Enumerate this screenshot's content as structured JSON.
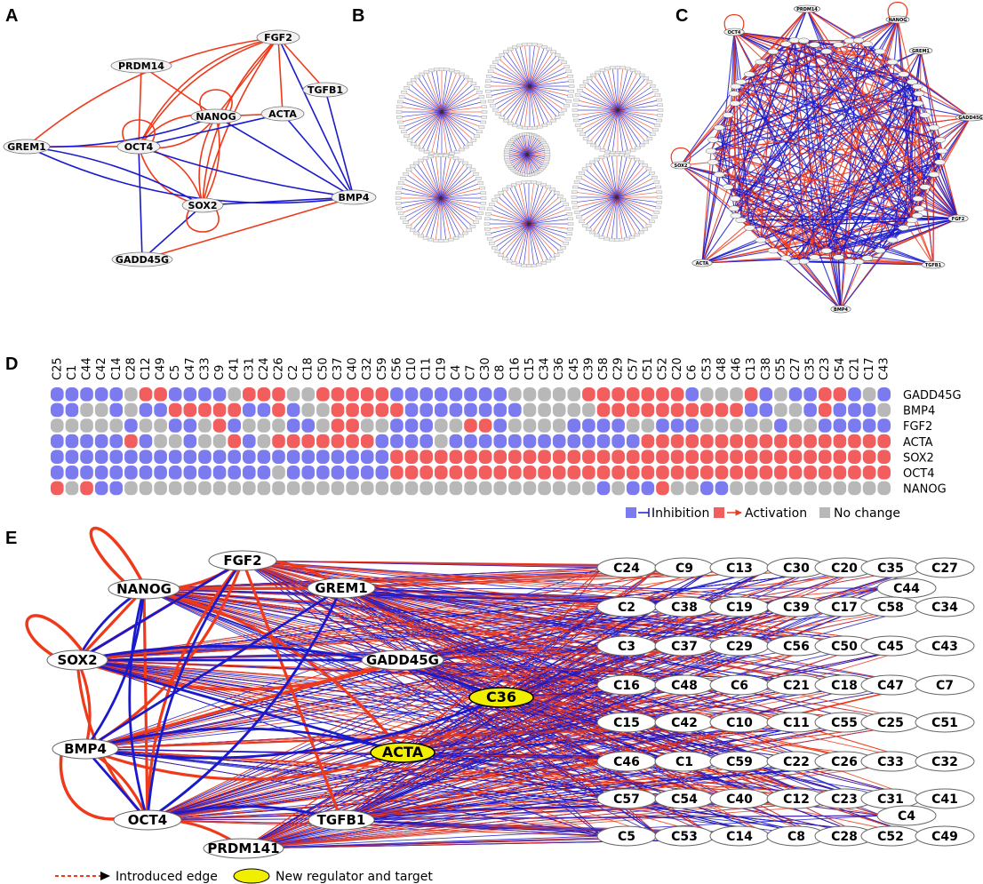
{
  "panels": {
    "a": "A",
    "b": "B",
    "c": "C",
    "d": "D",
    "e": "E"
  },
  "colors": {
    "inhibition": "#1a1acc",
    "activation": "#ee3a1a",
    "cell_inhibition": "#7b7bef",
    "cell_activation": "#f25d5d",
    "cell_nochange": "#b8b8b8",
    "highlight": "#f2ee00"
  },
  "panel_a": {
    "nodes": [
      "FGF2",
      "PRDM14",
      "TGFB1",
      "NANOG",
      "ACTA",
      "GREM1",
      "OCT4",
      "BMP4",
      "SOX2",
      "GADD45G"
    ]
  },
  "panel_c": {
    "nodes": [
      "OCT4",
      "PRDM14",
      "NANOG",
      "GREM1",
      "GADD45G",
      "SOX2",
      "FGF2",
      "TGFB1",
      "ACTA",
      "BMP4"
    ]
  },
  "panel_d": {
    "columns": [
      "C25",
      "C1",
      "C44",
      "C42",
      "C14",
      "C28",
      "C12",
      "C49",
      "C5",
      "C47",
      "C33",
      "C9",
      "C41",
      "C31",
      "C24",
      "C26",
      "C2",
      "C18",
      "C50",
      "C37",
      "C40",
      "C32",
      "C59",
      "C56",
      "C10",
      "C11",
      "C19",
      "C4",
      "C7",
      "C30",
      "C8",
      "C16",
      "C15",
      "C34",
      "C36",
      "C45",
      "C39",
      "C58",
      "C29",
      "C57",
      "C51",
      "C52",
      "C20",
      "C6",
      "C53",
      "C48",
      "C46",
      "C13",
      "C38",
      "C55",
      "C27",
      "C35",
      "C23",
      "C54",
      "C21",
      "C17",
      "C43"
    ],
    "rows": [
      {
        "label": "GADD45G",
        "cells": "IIIIINAAIIIINAAANNAAAAAIIIIIIIINNNNNAAAAAAAINNNAINIIAAINIIAA"
      },
      {
        "label": "BMP4",
        "cells": "IINNINIIAAAAAIIAINNAAAAAIIIIIIIINNNNNAAAAAAAAAAIINNIAIIINAAA"
      },
      {
        "label": "FGF2",
        "cells": "NNNNNINNIINAINNNIINAANNIIINNAAINNNNIIIINNIIINNNNNINNIIIIINIA"
      },
      {
        "label": "ACTA",
        "cells": "IIIIIAINNINNAINAAAAAAAIIIINIIIIIIIIIIIIIAAAAAAAAAAAAAAAAAAAI"
      },
      {
        "label": "SOX2",
        "cells": "IIIIIIIIIIIIIIIIIIIIIIIAAAAAAAAAAAAAAAAAAAAAAAAAAAAAAAAAAAAA"
      },
      {
        "label": "OCT4",
        "cells": "IIIIIIIIIIIIIIINIIIIIIIAAAAAAAAAAAAAAAAAAAAAAAAAAAAAAAAAAAAA"
      },
      {
        "label": "NANOG",
        "cells": "ANAIINNNNNNNNNNNNNNNNNNNNNNNNNNNNNNNNINIIANNIINNNNNNNNNNNNNN"
      }
    ],
    "legend": {
      "inhibition": "Inhibition",
      "activation": "Activation",
      "nochange": "No change"
    }
  },
  "panel_e": {
    "regulators": [
      "NANOG",
      "FGF2",
      "GREM1",
      "SOX2",
      "GADD45G",
      "C36",
      "BMP4",
      "ACTA",
      "OCT4",
      "TGFB1",
      "PRDM141"
    ],
    "highlighted": [
      "C36",
      "ACTA"
    ],
    "target_rows": [
      [
        "C24",
        "C9",
        "C13",
        "C30",
        "C20",
        "C35",
        "C27"
      ],
      [
        "C44"
      ],
      [
        "C2",
        "C38",
        "C19",
        "C39",
        "C17",
        "C58",
        "C34"
      ],
      [
        "C3",
        "C37",
        "C29",
        "C56",
        "C50",
        "C45",
        "C43"
      ],
      [
        "C16",
        "C48",
        "C6",
        "C21",
        "C18",
        "C47",
        "C7"
      ],
      [
        "C15",
        "C42",
        "C10",
        "C11",
        "C55",
        "C25",
        "C51"
      ],
      [
        "C46",
        "C1",
        "C59",
        "C22",
        "C26",
        "C33",
        "C32"
      ],
      [
        "C57",
        "C54",
        "C40",
        "C12",
        "C23",
        "C31",
        "C41"
      ],
      [
        "C4"
      ],
      [
        "C5",
        "C53",
        "C14",
        "C8",
        "C28",
        "C52",
        "C49"
      ]
    ],
    "legend": {
      "introduced": "Introduced edge",
      "new_regulator": "New regulator and target"
    }
  }
}
